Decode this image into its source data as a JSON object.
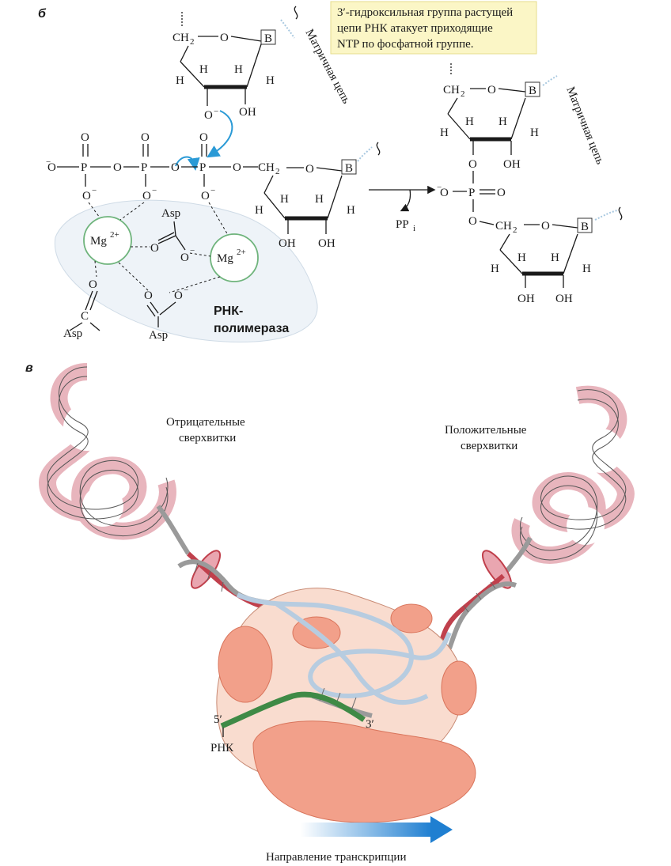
{
  "panel_b": {
    "letter": "б",
    "callout": [
      "3′-гидроксильная группа растущей",
      "цепи РНК атакует приходящие",
      "NTP по фосфатной группе."
    ],
    "template_strand_label": "Матричная цепь",
    "base_label": "B",
    "ch2": "CH",
    "sub2": "2",
    "h": "H",
    "o": "O",
    "oh": "OH",
    "o_minus": "O",
    "minus": "−",
    "p": "P",
    "mg": "Mg",
    "mg_charge": "2+",
    "asp": "Asp",
    "c": "C",
    "ppi": "PP",
    "ppi_sub": "i",
    "enzyme_label_1": "РНК-",
    "enzyme_label_2": "полимераза"
  },
  "panel_c": {
    "letter": "в",
    "negative_label": [
      "Отрицательные",
      "сверхвитки"
    ],
    "positive_label": [
      "Положительные",
      "сверхвитки"
    ],
    "five_prime": "5′",
    "three_prime": "3′",
    "rna_label": "РНК",
    "direction_label": "Направление транскрипции"
  },
  "colors": {
    "callout_bg": "#fbf6c6",
    "mg_ring": "#6fb47c",
    "arrow_blue": "#2a9ad6",
    "protein": "#f2a08a",
    "protein_body": "#f9dccf",
    "supercoil": "#e8b5bd",
    "rna_green": "#3f8a46"
  }
}
